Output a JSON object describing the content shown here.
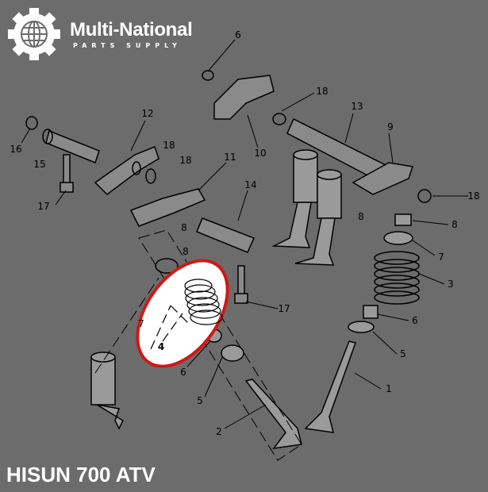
{
  "logo": {
    "name": "Multi-National",
    "tagline": "PARTS SUPPLY",
    "icon": "gear-globe-icon"
  },
  "model_label": "HISUN 700 ATV",
  "highlight": {
    "part_number": "4",
    "color": "#d01818"
  },
  "callouts": [
    "6",
    "18",
    "12",
    "13",
    "16",
    "15",
    "18",
    "18",
    "9",
    "10",
    "11",
    "17",
    "14",
    "8",
    "8",
    "18",
    "8",
    "8",
    "7",
    "3",
    "17",
    "6",
    "7",
    "4",
    "5",
    "6",
    "5",
    "1",
    "2"
  ]
}
